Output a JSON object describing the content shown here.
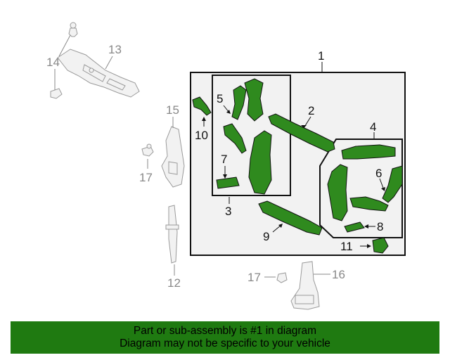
{
  "callouts": {
    "c1": "1",
    "c2": "2",
    "c3": "3",
    "c4": "4",
    "c5": "5",
    "c6": "6",
    "c7": "7",
    "c8": "8",
    "c9": "9",
    "c10": "10",
    "c11": "11",
    "c12": "12",
    "c13": "13",
    "c14": "14",
    "c15": "15",
    "c16": "16",
    "c17a": "17",
    "c17b": "17"
  },
  "banner": {
    "line1": "Part or sub-assembly is #1 in diagram",
    "line2": "Diagram may not be specific to your vehicle"
  },
  "colors": {
    "part_fill": "#2f8a1e",
    "banner_bg": "#1f7a11",
    "highlight_box_bg": "#f2f2f2"
  }
}
